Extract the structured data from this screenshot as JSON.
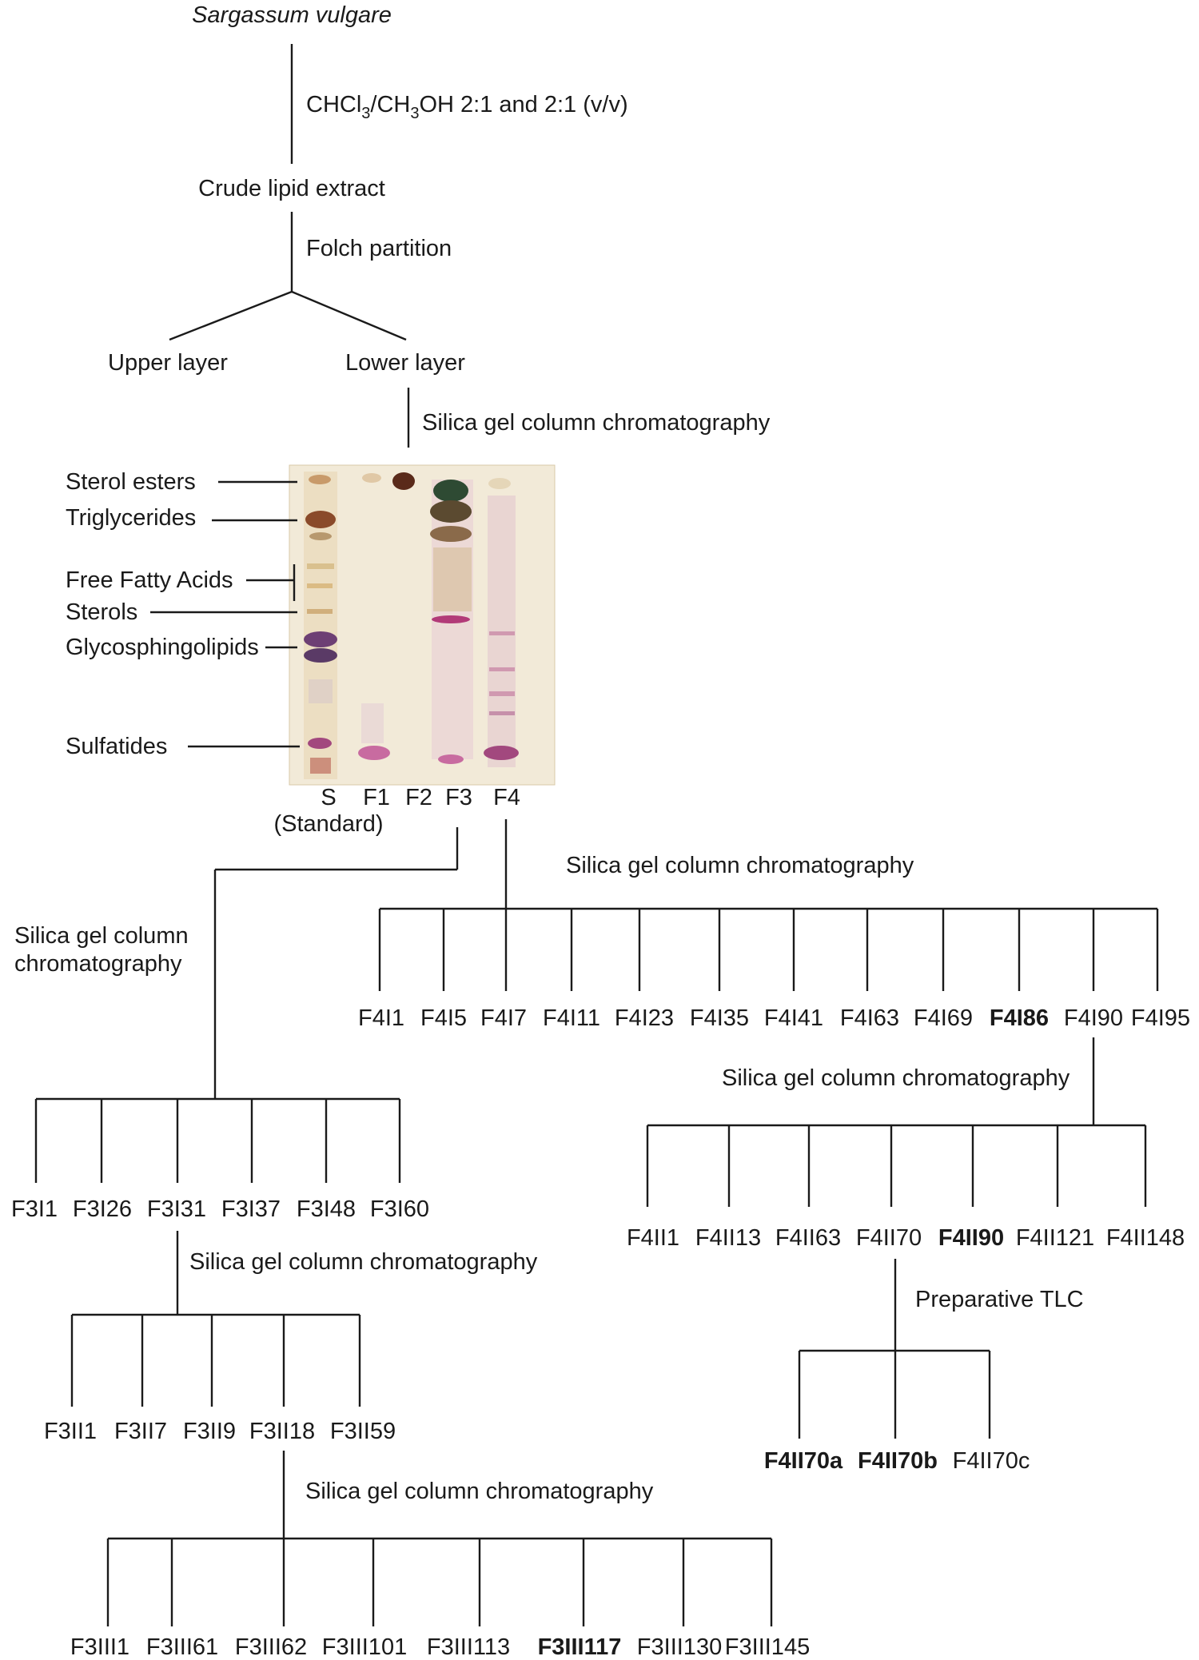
{
  "source": "Sargassum vulgare",
  "extraction": {
    "prefix": "CHCl",
    "sub1": "3",
    "mid": "/CH",
    "sub2": "3",
    "suffix": "OH 2:1 and 2:1 (v/v)"
  },
  "crude": "Crude lipid extract",
  "partition": "Folch partition",
  "upper_layer": "Upper layer",
  "lower_layer": "Lower layer",
  "step_silica": "Silica gel column chromatography",
  "step_silica_line1": "Silica gel column",
  "step_silica_line2": "chromatography",
  "step_ptlc": "Preparative TLC",
  "tlc": {
    "standards": [
      "Sterol esters",
      "Triglycerides",
      "Free Fatty Acids",
      "Sterols",
      "Glycosphingolipids",
      "Sulfatides"
    ],
    "lanes": [
      "S",
      "F1",
      "F2",
      "F3",
      "F4"
    ],
    "standard_note": "(Standard)",
    "colors": {
      "plate": "#f1e8d6",
      "purple": "#6d3f74",
      "pink": "#c86ba0",
      "brown": "#8a4a2a",
      "green": "#2e4a33"
    }
  },
  "fractions": {
    "F4I": [
      "F4I1",
      "F4I5",
      "F4I7",
      "F4I11",
      "F4I23",
      "F4I35",
      "F4I41",
      "F4I63",
      "F4I69",
      "F4I86",
      "F4I90",
      "F4I95"
    ],
    "F4I_bold": [
      "F4I86"
    ],
    "F4II": [
      "F4II1",
      "F4II13",
      "F4II63",
      "F4II70",
      "F4II90",
      "F4II121",
      "F4II148"
    ],
    "F4II_bold": [
      "F4II90"
    ],
    "F4II70": [
      "F4II70a",
      "F4II70b",
      "F4II70c"
    ],
    "F4II70_bold": [
      "F4II70a",
      "F4II70b"
    ],
    "F3I": [
      "F3I1",
      "F3I26",
      "F3I31",
      "F3I37",
      "F3I48",
      "F3I60"
    ],
    "F3II": [
      "F3II1",
      "F3II7",
      "F3II9",
      "F3II18",
      "F3II59"
    ],
    "F3III": [
      "F3III1",
      "F3III61",
      "F3III62",
      "F3III101",
      "F3III113",
      "F3III117",
      "F3III130",
      "F3III145"
    ],
    "F3III_bold": [
      "F3III117"
    ]
  }
}
